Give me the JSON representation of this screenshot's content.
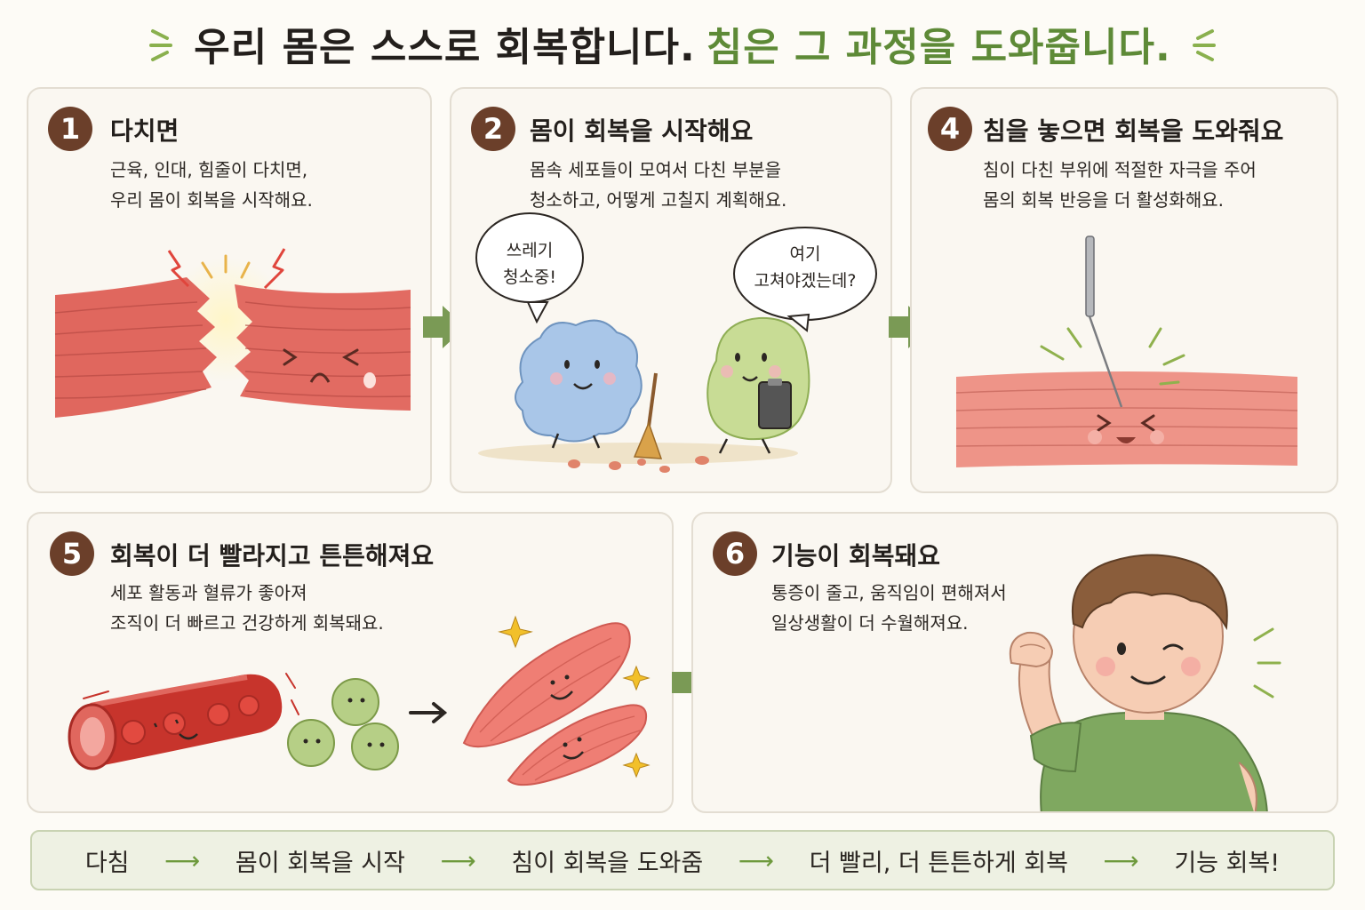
{
  "title": {
    "part1": "우리 몸은 스스로 회복합니다.",
    "part2": "침은 그 과정을 도와줍니다."
  },
  "panels": [
    {
      "number": "1",
      "title": "다치면",
      "desc": [
        "근육, 인대, 힘줄이 다치면,",
        "우리 몸이 회복을 시작해요."
      ]
    },
    {
      "number": "2",
      "title": "몸이 회복을 시작해요",
      "desc": [
        "몸속 세포들이 모여서 다친 부분을",
        "청소하고, 어떻게 고칠지 계획해요."
      ],
      "bubble_left": [
        "쓰레기",
        "청소중!"
      ],
      "bubble_right": [
        "여기",
        "고쳐야겠는데?"
      ]
    },
    {
      "number": "4",
      "title": "침을 놓으면 회복을 도와줘요",
      "desc": [
        "침이 다친 부위에 적절한 자극을 주어",
        "몸의 회복 반응을 더 활성화해요."
      ]
    },
    {
      "number": "5",
      "title": "회복이 더 빨라지고 튼튼해져요",
      "desc": [
        "세포 활동과 혈류가 좋아져",
        "조직이 더 빠르고 건강하게 회복돼요."
      ]
    },
    {
      "number": "6",
      "title": "기능이 회복돼요",
      "desc": [
        "통증이 줄고, 움직임이 편해져서",
        "일상생활이 더 수월해져요."
      ]
    }
  ],
  "summary": {
    "steps": [
      "다침",
      "몸이 회복을 시작",
      "침이 회복을 도와줌",
      "더 빨리, 더 튼튼하게 회복",
      "기능 회복!"
    ],
    "arrow": "⟶"
  },
  "colors": {
    "accent_green": "#5e8a37",
    "badge_brown": "#6b3f2a",
    "muscle_red": "#e0675e",
    "arrow_green": "#7a9a55"
  }
}
